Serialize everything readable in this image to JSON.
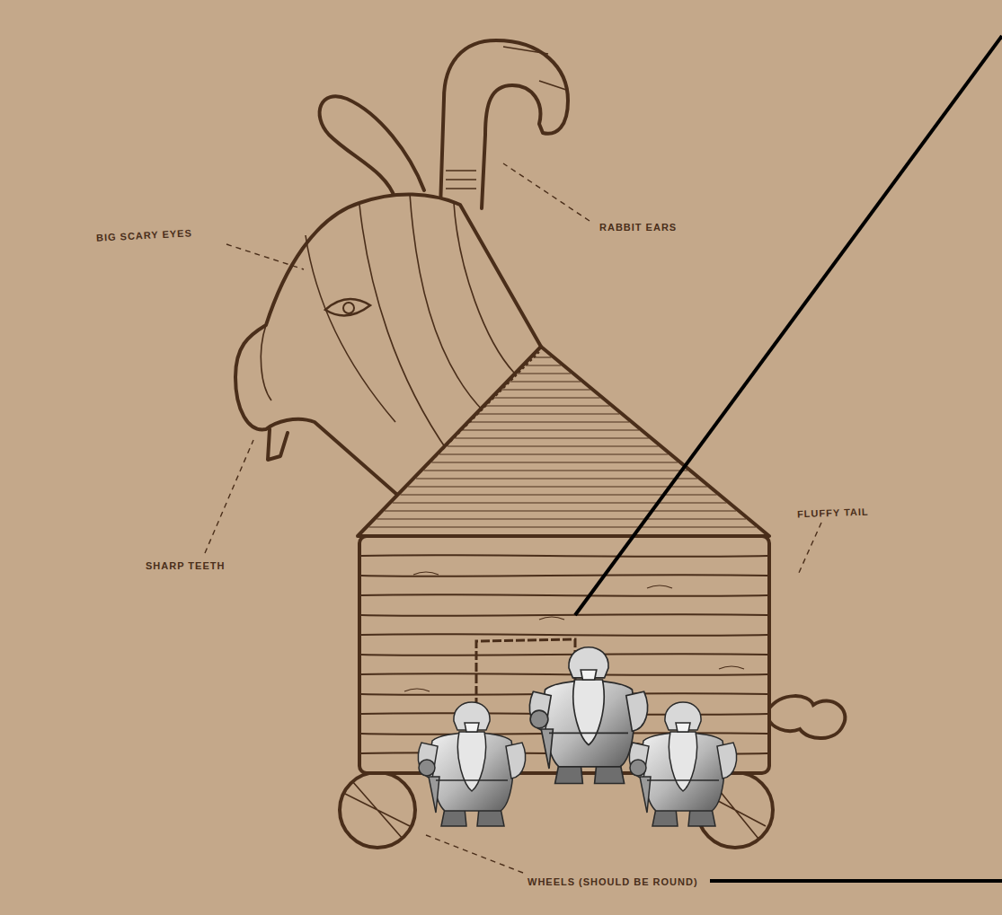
{
  "diagram": {
    "labels": [
      "BIG SCARY EYES",
      "RABBIT EARS",
      "SHARP TEETH",
      "FLUFFY TAIL",
      "WHEELS (SHOULD BE ROUND)"
    ]
  }
}
